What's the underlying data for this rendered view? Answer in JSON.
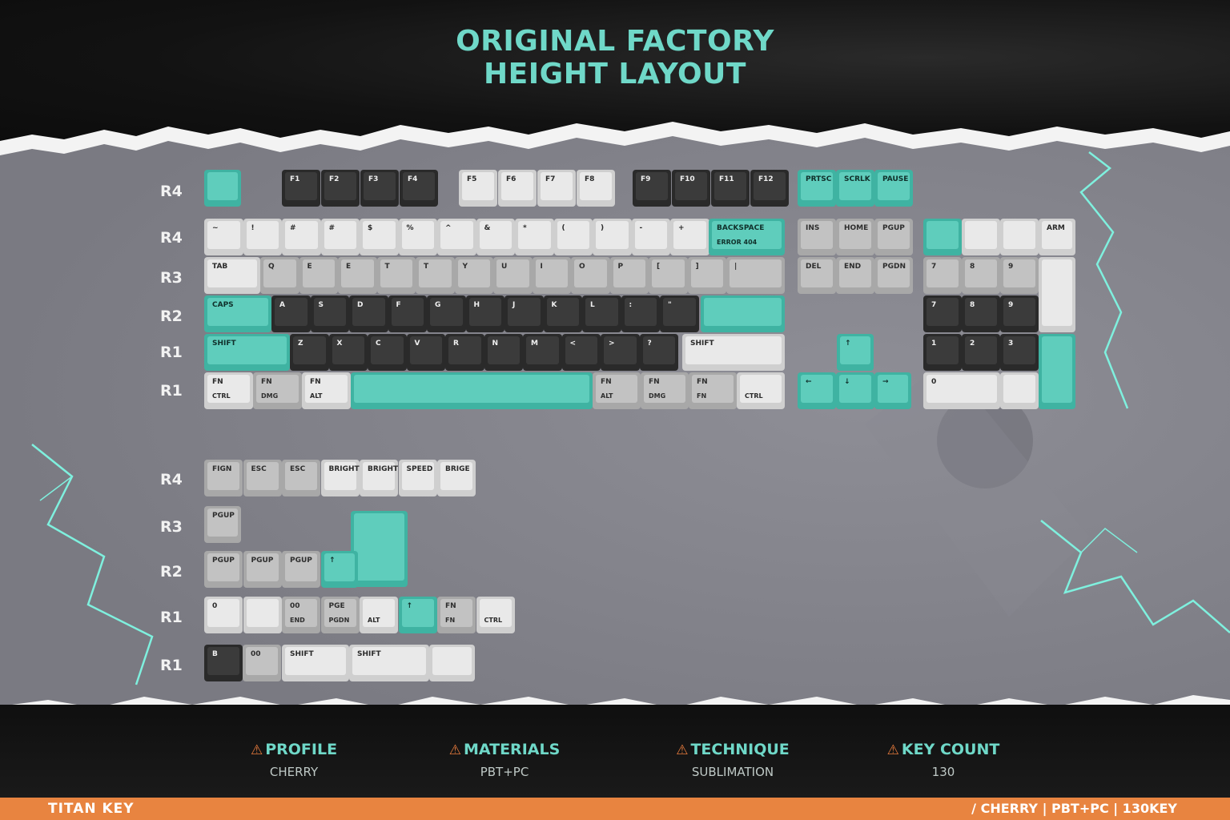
{
  "page": {
    "title_line1": "ORIGINAL FACTORY",
    "title_line2": "HEIGHT LAYOUT",
    "accent_color": "#6fd8c8",
    "footer_color": "#e88440"
  },
  "row_labels": {
    "main": [
      "R4",
      "R4",
      "R3",
      "R2",
      "R1",
      "R1"
    ],
    "extras": [
      "R4",
      "R3",
      "R2",
      "R1",
      "R1"
    ]
  },
  "keycap_colors": {
    "light": "#e9e9e9",
    "mid_grey": "#c2c2c2",
    "dark": "#3b3b3b",
    "teal": "#5fcdbc"
  },
  "keys": {
    "fn_row": [
      "F1",
      "F2",
      "F3",
      "F4",
      "F5",
      "F6",
      "F7",
      "F8",
      "F9",
      "F10",
      "F11",
      "F12"
    ],
    "nav_top": [
      "PRTSC",
      "SCRLK",
      "PAUSE"
    ],
    "number_row": [
      "~",
      "!",
      "#",
      "#",
      "$",
      "%",
      "^",
      "&",
      "*",
      "(",
      ")",
      "-",
      "+",
      "BACKSPACE"
    ],
    "backspace_sub": "ERROR 404",
    "nav_mid": [
      "INS",
      "HOME",
      "PGUP"
    ],
    "nav_low": [
      "DEL",
      "END",
      "PGDN"
    ],
    "numpad_top": [
      "",
      "",
      "",
      "ARM"
    ],
    "numpad_r3": [
      "7",
      "8",
      "9"
    ],
    "numpad_r2": [
      "7",
      "8",
      "9"
    ],
    "numpad_r1": [
      "1",
      "2",
      "3"
    ],
    "numpad_zero": "0",
    "tab_row": [
      "TAB",
      "Q",
      "E",
      "E",
      "T",
      "T",
      "Y",
      "U",
      "I",
      "O",
      "P",
      "[",
      "]",
      "|"
    ],
    "home_row": [
      "CAPS",
      "A",
      "S",
      "D",
      "F",
      "G",
      "H",
      "J",
      "K",
      "L",
      ":",
      "\""
    ],
    "shift_row": [
      "SHIFT",
      "Z",
      "X",
      "C",
      "V",
      "R",
      "N",
      "M",
      "<",
      ">",
      "?",
      "SHIFT"
    ],
    "bottom_row_left": [
      {
        "top": "FN",
        "bottom": "CTRL"
      },
      {
        "top": "FN",
        "bottom": "DMG"
      },
      {
        "top": "FN",
        "bottom": "ALT"
      }
    ],
    "bottom_row_right": [
      {
        "top": "FN",
        "bottom": "ALT"
      },
      {
        "top": "FN",
        "bottom": "DMG"
      },
      {
        "top": "FN",
        "bottom": "FN"
      },
      {
        "top": "",
        "bottom": "CTRL"
      }
    ],
    "arrows": [
      "↑",
      "←",
      "↓",
      "→"
    ]
  },
  "extras": {
    "r4": [
      "FIGN",
      "ESC",
      "ESC",
      "BRIGHT",
      "BRIGHT",
      "SPEED",
      "BRIGE"
    ],
    "r3": [
      "PGUP"
    ],
    "r2": [
      "PGUP",
      "PGUP",
      "PGUP",
      "↑"
    ],
    "r1a": [
      {
        "top": "0",
        "bottom": ""
      },
      {
        "top": "",
        "bottom": ""
      },
      {
        "top": "00",
        "bottom": "END"
      },
      {
        "top": "PGE",
        "bottom": "PGDN"
      },
      {
        "top": "",
        "bottom": "ALT"
      },
      {
        "top": "↑",
        "bottom": ""
      },
      {
        "top": "FN",
        "bottom": "FN"
      },
      {
        "top": "",
        "bottom": "CTRL"
      }
    ],
    "r1b": [
      "B",
      "00",
      "SHIFT",
      "SHIFT",
      ""
    ]
  },
  "specs": [
    {
      "label": "PROFILE",
      "value": "CHERRY"
    },
    {
      "label": "MATERIALS",
      "value": "PBT+PC"
    },
    {
      "label": "TECHNIQUE",
      "value": "SUBLIMATION"
    },
    {
      "label": "KEY COUNT",
      "value": "130"
    }
  ],
  "footer": {
    "brand": "TITAN KEY",
    "tagline": "/  CHERRY | PBT+PC | 130KEY"
  }
}
